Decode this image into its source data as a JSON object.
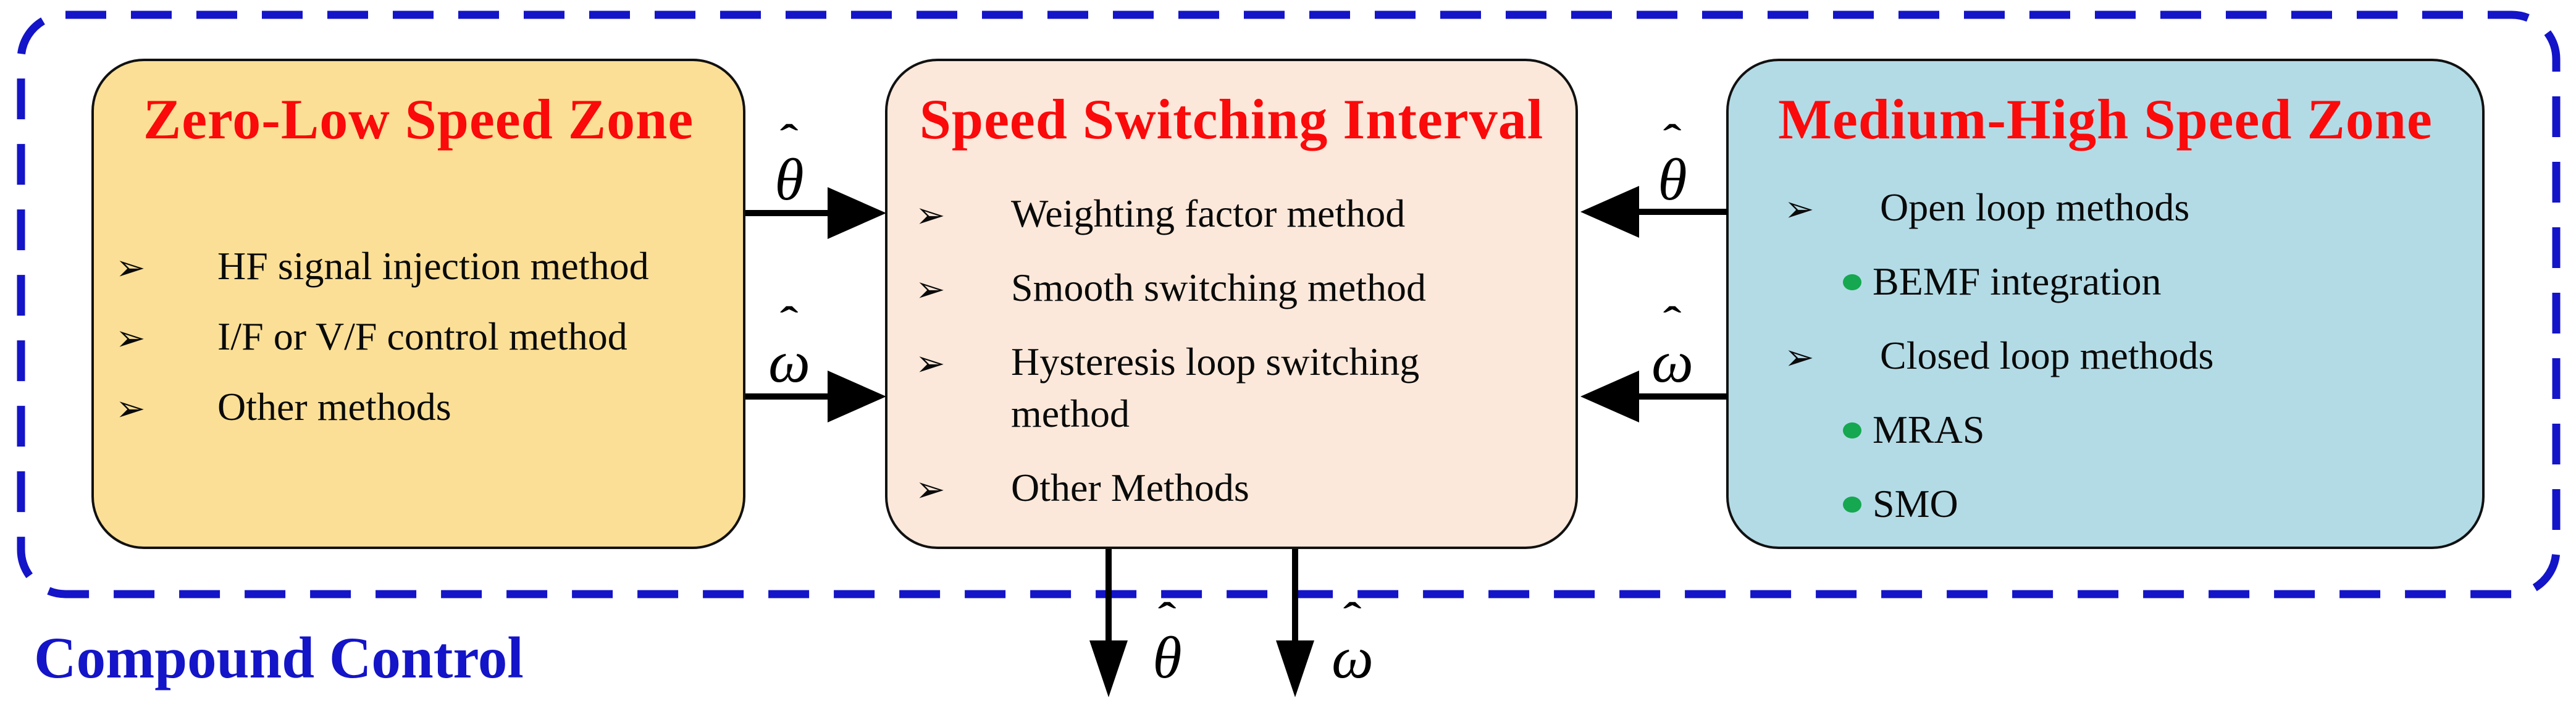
{
  "diagram": {
    "outer_label": "Compound Control",
    "icons": {
      "arrow_bullet": "➢"
    },
    "signals": {
      "hat": "ˆ",
      "theta": "θ",
      "omega": "ω"
    },
    "colors": {
      "zero_low_fill": "#FBDF96",
      "switching_fill": "#FBE8DA",
      "medium_high_fill": "#B3DBE6",
      "title_red": "#FA0A0A",
      "green_text": "#15A850",
      "frame_blue": "#1414C8",
      "line_black": "#000000"
    },
    "boxes": [
      {
        "title": "Zero-Low Speed Zone",
        "items": [
          {
            "text": "HF signal injection method"
          },
          {
            "text": "I/F or V/F control method"
          },
          {
            "text": "Other methods"
          }
        ]
      },
      {
        "title": "Speed Switching Interval",
        "items": [
          {
            "text": "Weighting factor method"
          },
          {
            "text": "Smooth switching method"
          },
          {
            "text": "Hysteresis loop switching method"
          },
          {
            "text": "Other Methods"
          }
        ]
      },
      {
        "title": "Medium-High Speed Zone",
        "items": [
          {
            "text": "Open loop methods"
          },
          {
            "text": "BEMF integration"
          },
          {
            "text": "Closed loop methods"
          },
          {
            "text": "MRAS"
          },
          {
            "text": "SMO"
          }
        ]
      }
    ]
  }
}
